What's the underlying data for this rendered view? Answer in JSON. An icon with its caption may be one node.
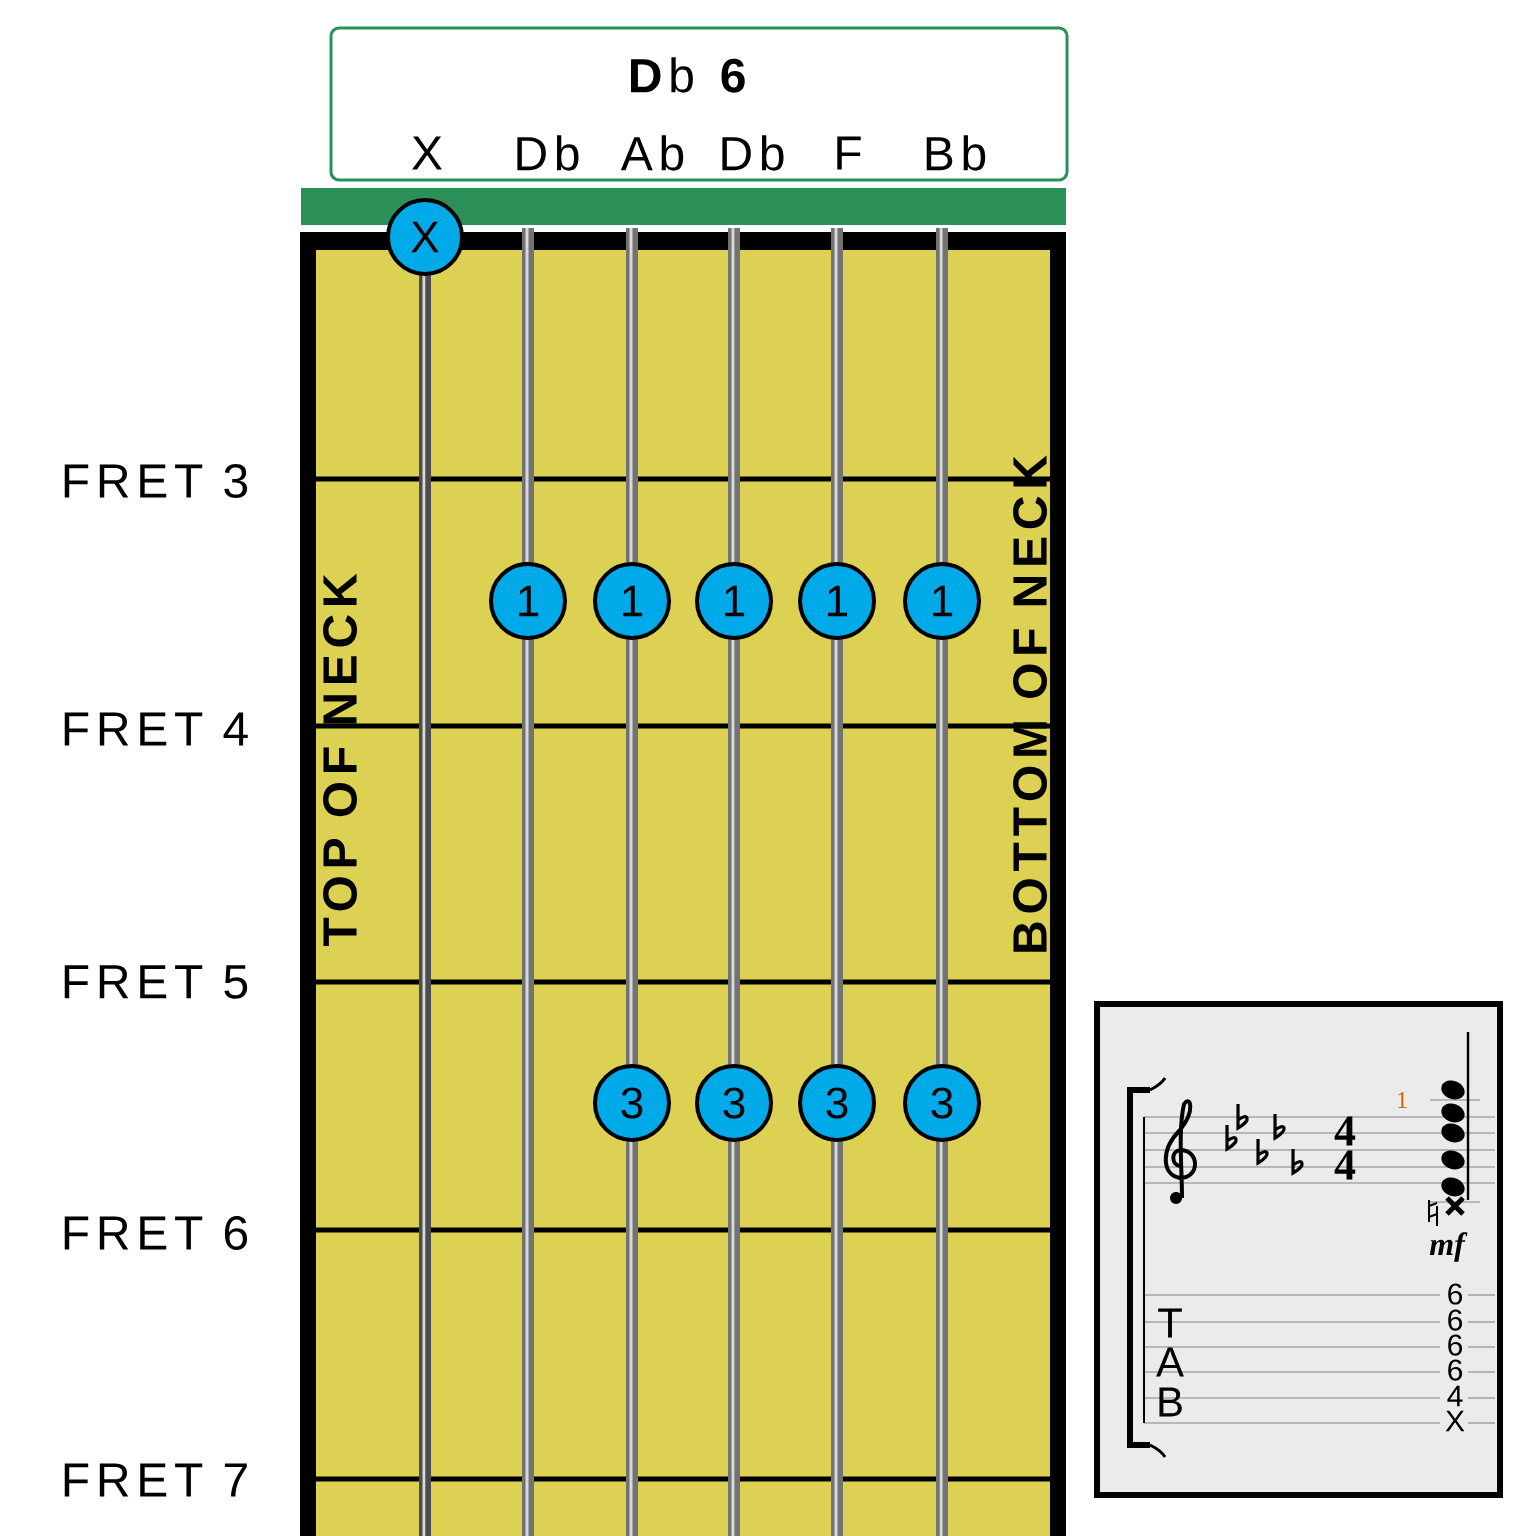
{
  "diagram": {
    "title": "**D**b **6**",
    "nodes": [
      {
        "text": [
          "X"
        ]
      },
      {
        "text": [
          "1"
        ]
      },
      {
        "text": [
          "1"
        ]
      },
      {
        "text": [
          "1"
        ]
      },
      {
        "text": [
          "1"
        ]
      },
      {
        "text": [
          "1"
        ]
      },
      {
        "text": [
          "3"
        ]
      },
      {
        "text": [
          "3"
        ]
      },
      {
        "text": [
          "3"
        ]
      },
      {
        "text": [
          "3"
        ]
      }
    ],
    "labels": [
      "X",
      "Db",
      "Ab",
      "Db",
      "F",
      "Bb",
      "FRET 3",
      "FRET 4",
      "FRET 5",
      "FRET 6",
      "FRET 7",
      "TOP OF NECK",
      "BOTTOM OF NECK",
      "4",
      "4",
      "1",
      "mf",
      "T",
      "A",
      "B",
      "6",
      "6",
      "6",
      "6",
      "4",
      "X"
    ]
  }
}
